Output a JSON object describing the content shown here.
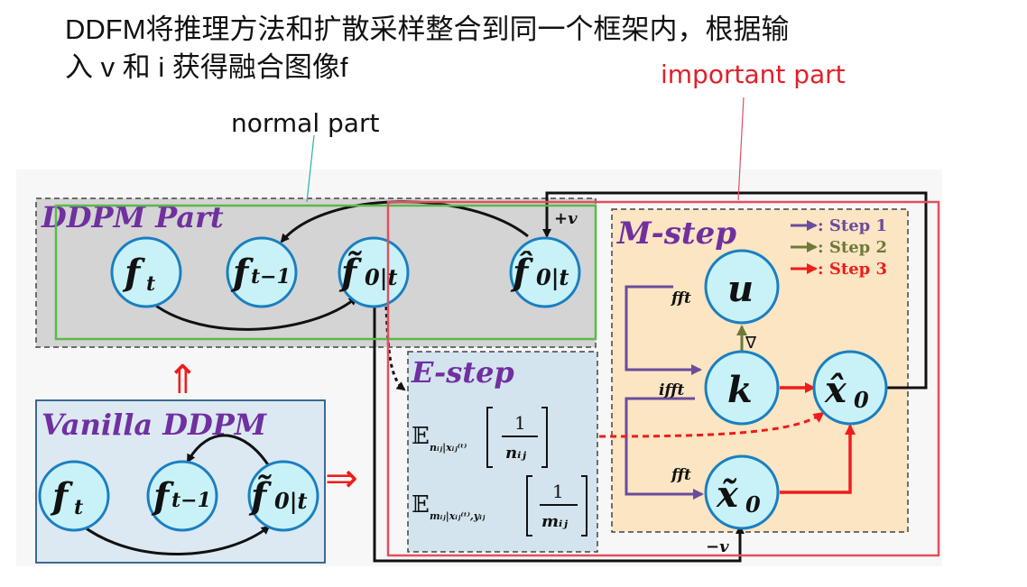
{
  "heading": {
    "line1": "DDFM将推理方法和扩散采样整合到同一个框架内，根据输",
    "line2": "入 v 和 i 获得融合图像f"
  },
  "annotations": {
    "normal_part": "normal part",
    "important_part": "important part"
  },
  "diagram": {
    "ddpm_part_title": "DDPM Part",
    "vanilla_title": "Vanilla DDPM",
    "estep_title": "E-step",
    "mstep_title": "M-step",
    "plus_v": "+v",
    "minus_v": "−v",
    "legend": {
      "step1": ": Step 1",
      "step2": ": Step 2",
      "step3": ": Step 3"
    },
    "edge_labels": {
      "fft_top": "fft",
      "ifft": "ifft",
      "fft_bottom": "fft"
    },
    "nodes": {
      "f_t": "f",
      "f_t_sub": "t",
      "f_tm1": "f",
      "f_tm1_sub": "t−1",
      "f0t_tilde": "f̃",
      "f0t_tilde_sub": "0|t",
      "f0t_hat": "f̂",
      "f0t_hat_sub": "0|t",
      "u": "u",
      "k": "k",
      "x0_hat": "x̂",
      "x0_hat_sub": "0",
      "x0_tilde": "x̃",
      "x0_tilde_sub": "0"
    },
    "estep_formulas": {
      "e1_E": "𝔼",
      "e1_sub": "nᵢⱼ|xᵢⱼ⁽ᵗ⁾",
      "e1_num": "1",
      "e1_den": "nᵢⱼ",
      "e2_E": "𝔼",
      "e2_sub": "mᵢⱼ|xᵢⱼ⁽ᵗ⁾,yᵢⱼ",
      "e2_num": "1",
      "e2_den": "mᵢⱼ"
    },
    "nabla": "∇",
    "double_arrow_up": "⇑",
    "double_arrow_right": "⇒"
  },
  "colors": {
    "node_fill": "#c8f2f8",
    "node_stroke": "#1a7fc1",
    "title_purple": "#7030a0",
    "step1": "#6a4c9c",
    "step2": "#6b7a3a",
    "step3": "#ee1c1c",
    "annotation_red": "#e0202a",
    "green_box": "#5cb84a",
    "red_box": "#e05060"
  }
}
